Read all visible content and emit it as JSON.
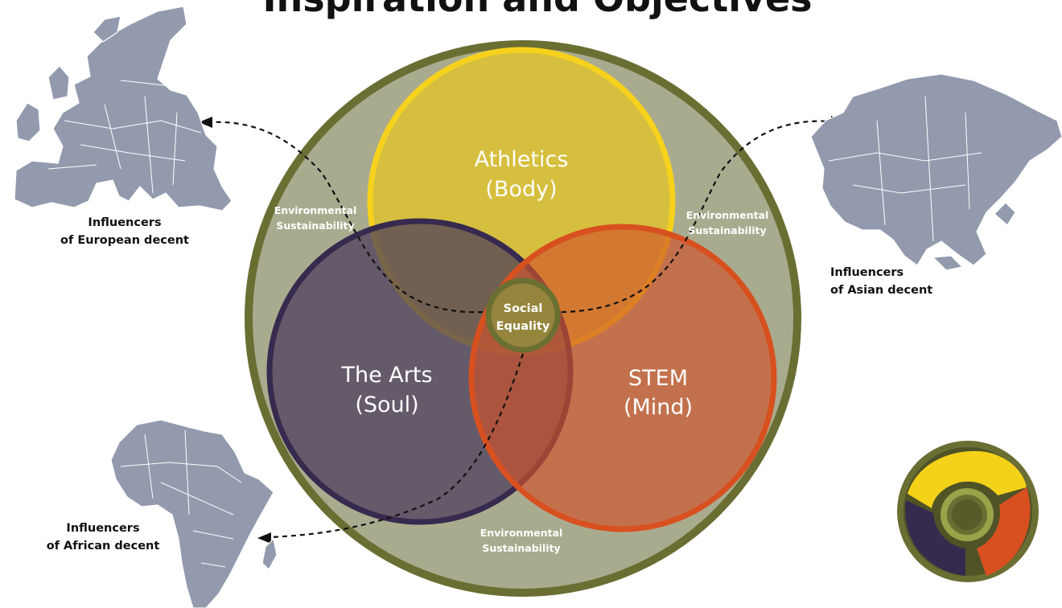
{
  "title": "Inspiration and Objectives",
  "circles": {
    "athletics": {
      "line1": "Athletics",
      "line2": "(Body)",
      "color": "#f5d21a",
      "fill": "#dcc233"
    },
    "arts": {
      "line1": "The Arts",
      "line2": "(Soul)",
      "color": "#372a4f",
      "fill": "#5f4e6b"
    },
    "stem": {
      "line1": "STEM",
      "line2": "(Mind)",
      "color": "#d8501f",
      "fill": "#c86a3f"
    },
    "center": {
      "line1": "Social",
      "line2": "Equality",
      "color": "#6b6f31"
    },
    "outer": {
      "color": "#6a6e32",
      "fill": "#a9ab8f"
    }
  },
  "environment": {
    "left": {
      "line1": "Environmental",
      "line2": "Sustainability"
    },
    "right": {
      "line1": "Environmental",
      "line2": "Sustainability"
    },
    "bottom": {
      "line1": "Environmental",
      "line2": "Sustainability"
    }
  },
  "regions": {
    "europe": {
      "line1": "Influencers",
      "line2": "of European decent"
    },
    "asia": {
      "line1": "Influencers",
      "line2": "of Asian decent"
    },
    "africa": {
      "line1": "Influencers",
      "line2": "of African decent"
    }
  },
  "map_color": "#939aae"
}
